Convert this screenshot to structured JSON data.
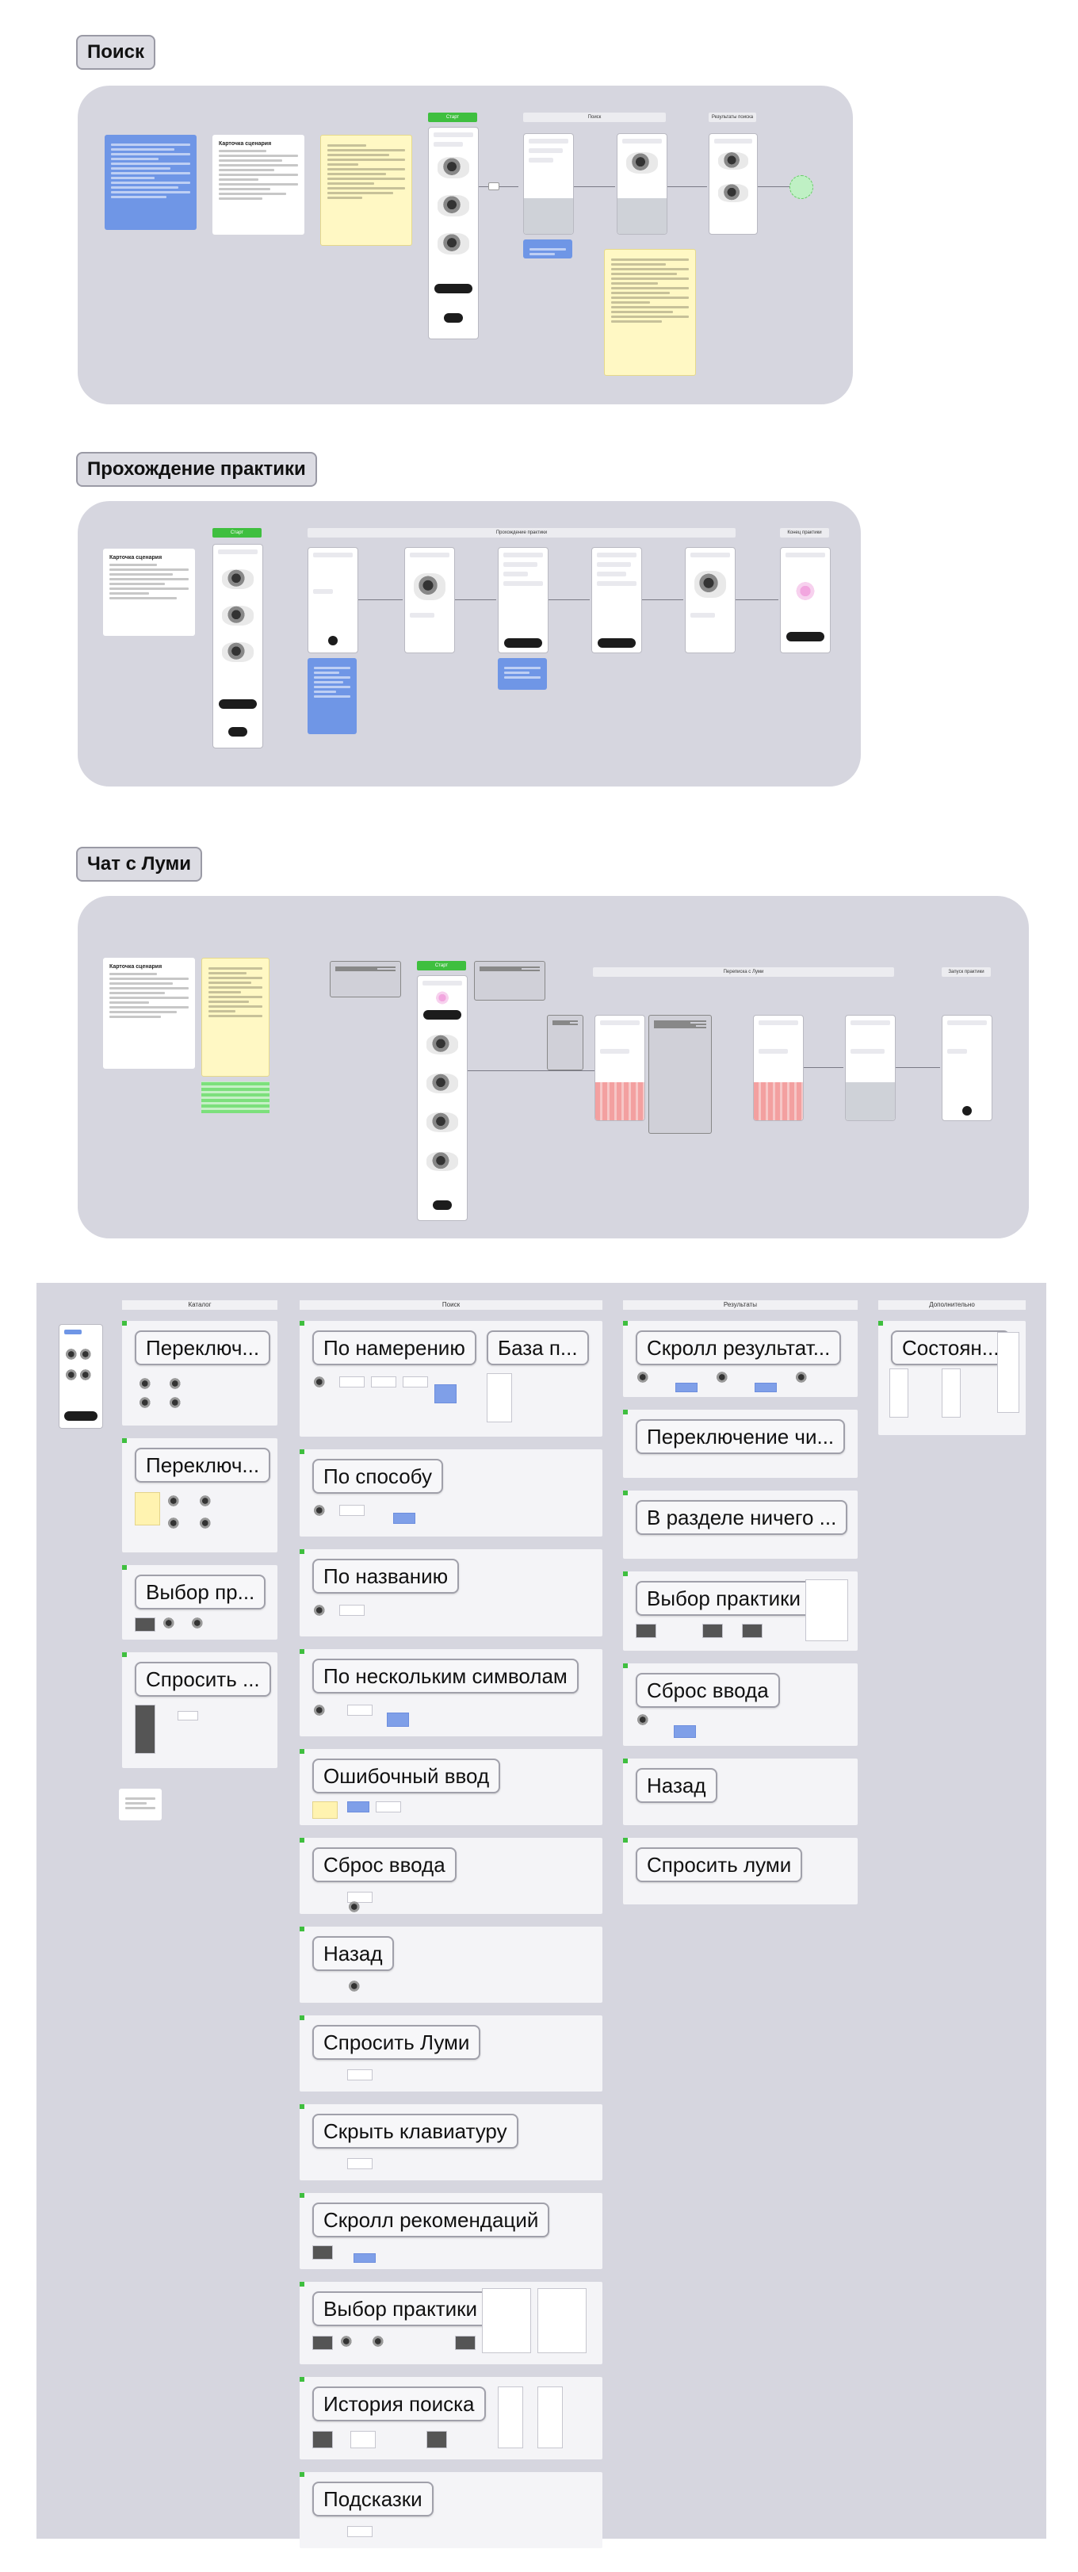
{
  "sections": [
    {
      "id": "search",
      "label": "Поиск"
    },
    {
      "id": "practice",
      "label": "Прохождение практики"
    },
    {
      "id": "chat",
      "label": "Чат с Луми"
    }
  ],
  "search_flow": {
    "note_title": "Карточка сценария",
    "start_tag": "Старт",
    "search_header": "Поиск",
    "results_header": "Результаты поиска"
  },
  "practice_flow": {
    "note_title": "Карточка сценария",
    "start_tag": "Старт",
    "progress_header": "Прохождение практики",
    "end_header": "Конец практики"
  },
  "chat_flow": {
    "note_title": "Карточка сценария",
    "start_tag": "Старт",
    "chat_header": "Переписка с Луми",
    "finish_header": "Запуск практики"
  },
  "board": {
    "columns": [
      {
        "label": "Каталог"
      },
      {
        "label": "Поиск"
      },
      {
        "label": "Результаты"
      },
      {
        "label": "Дополнительно"
      }
    ],
    "catalog_cards": [
      "Переключ...",
      "Переключ...",
      "Выбор пр...",
      "Спросить ..."
    ],
    "search_cards": [
      "По намерению",
      "По способу",
      "По названию",
      "По нескольким символам",
      "Ошибочный ввод",
      "Сброс ввода",
      "Назад",
      "Спросить Луми",
      "Скрыть клавиатуру",
      "Скролл рекомендаций",
      "Выбор практики",
      "История поиска",
      "Подсказки"
    ],
    "search_side_card": "База п...",
    "results_cards": [
      "Скролл результат...",
      "Переключение чи...",
      "В разделе ничего ...",
      "Выбор практики",
      "Сброс ввода",
      "Назад",
      "Спросить луми"
    ],
    "extra_cards": [
      "Состоян..."
    ]
  }
}
